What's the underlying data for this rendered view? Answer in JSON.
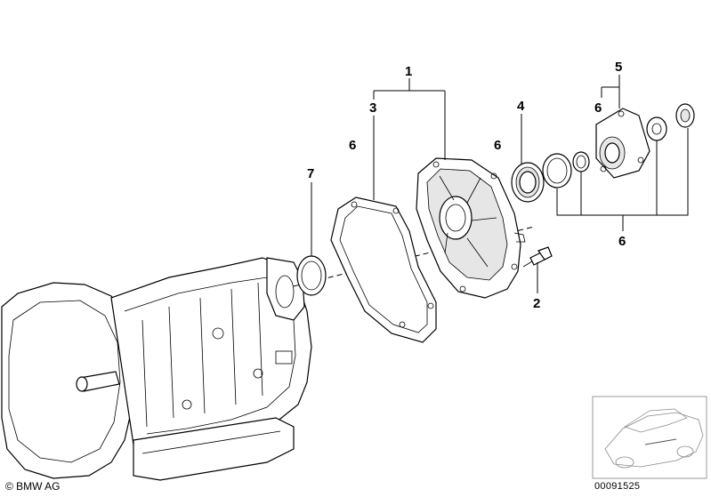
{
  "callouts": [
    {
      "id": "c1",
      "label": "1"
    },
    {
      "id": "c3",
      "label": "3"
    },
    {
      "id": "c6a",
      "label": "6"
    },
    {
      "id": "c7",
      "label": "7"
    },
    {
      "id": "c4",
      "label": "4"
    },
    {
      "id": "c6b",
      "label": "6"
    },
    {
      "id": "c5",
      "label": "5"
    },
    {
      "id": "c6c",
      "label": "6"
    },
    {
      "id": "c2",
      "label": "2"
    },
    {
      "id": "c6d",
      "label": "6"
    }
  ],
  "footer": {
    "copyright": "© BMW AG",
    "document_number": "00091525"
  },
  "colors": {
    "line": "#000000",
    "background": "#ffffff"
  }
}
